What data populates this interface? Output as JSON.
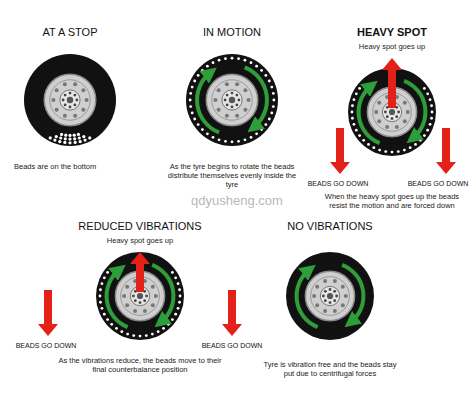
{
  "diagram": {
    "labels": [
      "AT A STOP",
      "IN MOTION",
      "HEAVY SPOT",
      "Heavy spot goes up",
      "Beads are on the bottom",
      "As the tyre begins to rotate the beads distribute themselves evenly inside the tyre",
      "BEADS GO DOWN",
      "BEADS GO DOWN",
      "When the heavy spot goes up the beads resist the motion and are forced down",
      "qdyusheng.com",
      "REDUCED VIBRATIONS",
      "Heavy spot goes up",
      "NO VIBRATIONS",
      "BEADS GO DOWN",
      "BEADS GO DOWN",
      "As the vibrations reduce, the beads move to their final counterbalance position",
      "Tyre is vibration free and the beads stay put due to centrifugal forces"
    ]
  }
}
